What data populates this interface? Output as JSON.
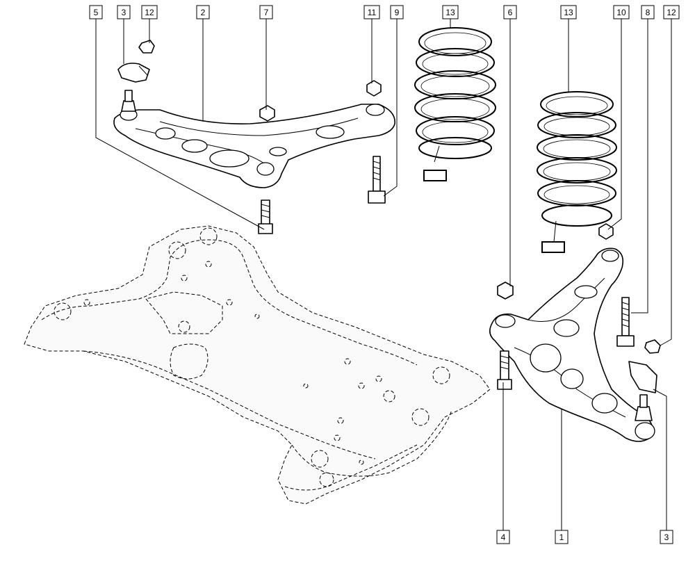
{
  "callouts": {
    "c5a": "5",
    "c3a": "3",
    "c12a": "12",
    "c2": "2",
    "c7": "7",
    "c11": "11",
    "c9": "9",
    "c13a": "13",
    "c6": "6",
    "c13b": "13",
    "c10": "10",
    "c8": "8",
    "c12b": "12",
    "c4": "4",
    "c1": "1",
    "c3b": "3"
  }
}
